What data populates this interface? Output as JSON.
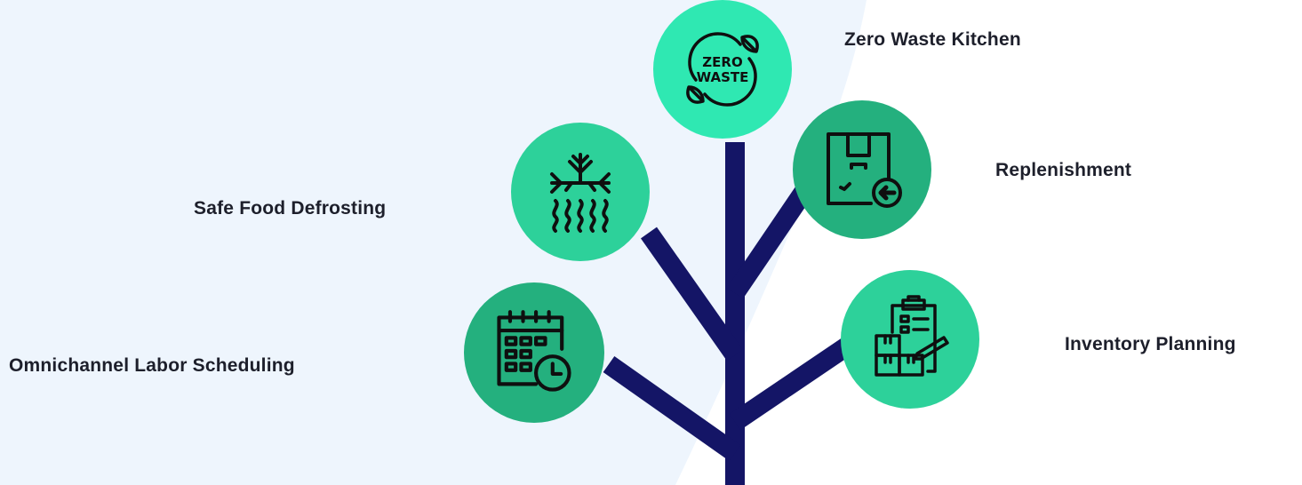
{
  "colors": {
    "trunk": "#141566",
    "node_light": "#2fe8b2",
    "node_mid": "#2dd19a",
    "node_dark": "#24b07e",
    "background_blob": "#eef5fd",
    "label_text": "#1d1f2b",
    "icon_stroke": "#0f0f0f"
  },
  "nodes": [
    {
      "label": "Zero Waste Kitchen",
      "icon": "zero-waste-icon",
      "badge_line1": "ZERO",
      "badge_line2": "WASTE"
    },
    {
      "label": "Safe Food Defrosting",
      "icon": "defrost-icon"
    },
    {
      "label": "Replenishment",
      "icon": "replenishment-box-icon"
    },
    {
      "label": "Omnichannel Labor Scheduling",
      "icon": "calendar-clock-icon"
    },
    {
      "label": "Inventory Planning",
      "icon": "inventory-clipboard-icon"
    }
  ]
}
